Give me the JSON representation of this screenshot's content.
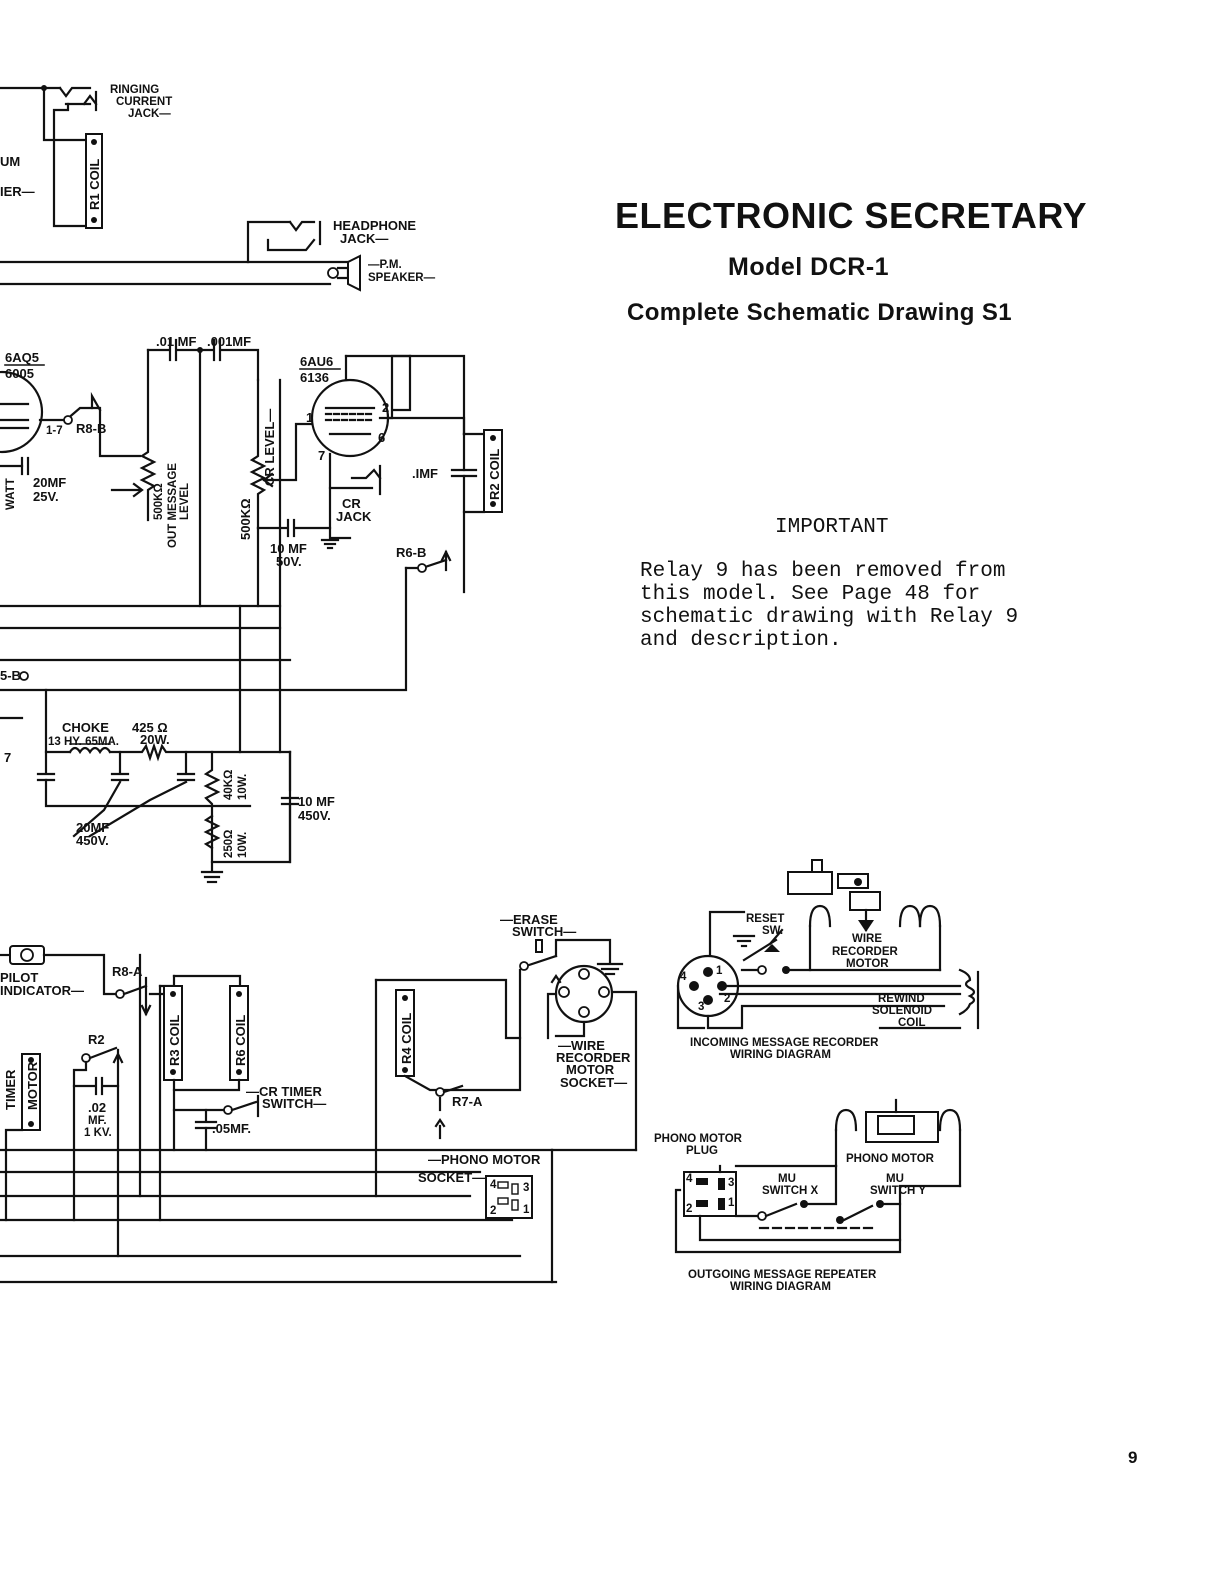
{
  "header": {
    "title": "ELECTRONIC SECRETARY",
    "model": "Model DCR-1",
    "subtitle": "Complete Schematic Drawing S1"
  },
  "notice": {
    "heading": "IMPORTANT",
    "lines": [
      "Relay 9 has been removed from",
      "this model.  See Page 48 for",
      "schematic drawing with Relay 9",
      "and description."
    ]
  },
  "page_number": "9",
  "labels": {
    "ringing1": "RINGING",
    "ringing2": "CURRENT",
    "ringing3": "JACK—",
    "um": "UM",
    "ier": "IER—",
    "r1coil": "R1 COIL",
    "headphone1": "HEADPHONE",
    "headphone2": "JACK—",
    "pm1": "—P.M.",
    "pm2": "SPEAKER—",
    "cap01": ".01 MF",
    "cap001": ".001MF",
    "tube1a": "6AQ5",
    "tube1b": "6005",
    "tube2a": "6AU6",
    "tube2b": "6136",
    "r8b": "R8-B",
    "pin17": "1-7",
    "cap20a": "20MF",
    "cap20b": "25V.",
    "watt": "WATT",
    "omlevel1": "500KΩ",
    "omlevel2": "OUT MESSAGE",
    "omlevel3": "LEVEL",
    "crlevel1": "500KΩ",
    "crlevel2": "CR LEVEL—",
    "pin1": "1",
    "pin2": "2",
    "pin6": "6",
    "pin7": "7",
    "crjack1": "CR",
    "crjack2": "JACK",
    "imf": ".IMF",
    "r2coil": "R2 COIL",
    "c10a": "10 MF",
    "c10b": "50V.",
    "r6b": "R6-B",
    "leftb": "5-B",
    "choke1": "CHOKE",
    "choke2": "13 HY. 65MA.",
    "res425a": "425 Ω",
    "res425b": "20W.",
    "left7": "7",
    "res40k": "40KΩ",
    "res40kw": "10W.",
    "res250": "250Ω",
    "res250w": "10W.",
    "c10450a": "10 MF",
    "c10450b": "450V.",
    "c20450a": "20MF",
    "c20450b": "450V.",
    "pilot1": "PILOT",
    "pilot2": "INDICATOR—",
    "r8a": "R8-A",
    "r3coil": "R3 COIL",
    "r6coil": "R6 COIL",
    "timer1": "TIMER",
    "timer2": "MOTOR",
    "r2": "R2",
    "c02a": ".02",
    "c02b": "MF.",
    "c02c": "1 KV.",
    "crtimer1": "—CR TIMER",
    "crtimer2": "SWITCH—",
    "c05": ".05MF.",
    "r4coil": "R4 COIL",
    "r7a": "R7-A",
    "erase1": "—ERASE",
    "erase2": "SWITCH—",
    "wrm1": "—WIRE",
    "wrm2": "RECORDER",
    "wrm3": "MOTOR",
    "wrm4": "SOCKET—",
    "phonom": "—PHONO MOTOR",
    "socket": "SOCKET—",
    "sk4": "4",
    "sk3": "3",
    "sk2": "2",
    "sk1": "1",
    "reset1": "RESET",
    "reset2": "SW.",
    "wire1": "WIRE",
    "wire2": "RECORDER",
    "wire3": "MOTOR",
    "rewind1": "REWIND",
    "rewind2": "SOLENOID",
    "rewind3": "COIL",
    "p1": "1",
    "p2": "2",
    "p3": "3",
    "p4": "4",
    "incoming1": "INCOMING  MESSAGE  RECORDER",
    "incoming2": "WIRING  DIAGRAM",
    "phplug1": "PHONO MOTOR",
    "phplug2": "PLUG",
    "phmotor": "PHONO MOTOR",
    "mux1": "MU",
    "mux2": "SWITCH X",
    "muy1": "MU",
    "muy2": "SWITCH Y",
    "q4": "4",
    "q3": "3",
    "q2": "2",
    "q1": "1",
    "outgoing1": "OUTGOING  MESSAGE  REPEATER",
    "outgoing2": "WIRING  DIAGRAM"
  }
}
